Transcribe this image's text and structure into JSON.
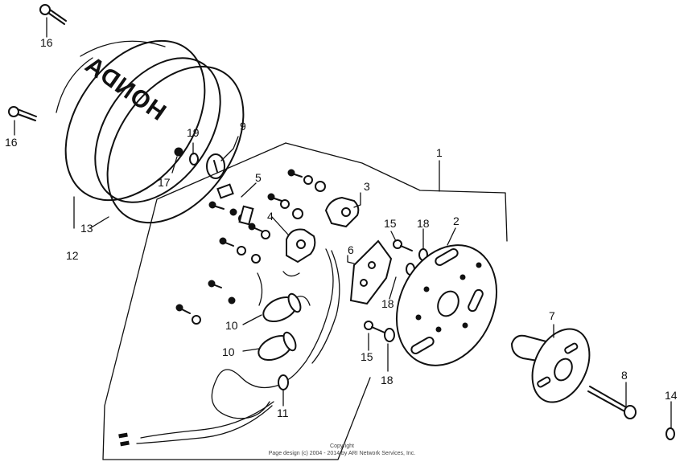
{
  "callouts": {
    "c1": "1",
    "c2": "2",
    "c3": "3",
    "c4": "4",
    "c5": "5",
    "c6": "6",
    "c7": "7",
    "c8": "8",
    "c9": "9",
    "c10a": "10",
    "c10b": "10",
    "c11": "11",
    "c12": "12",
    "c13": "13",
    "c14": "14",
    "c15a": "15",
    "c15b": "15",
    "c16a": "16",
    "c16b": "16",
    "c17": "17",
    "c18a": "18",
    "c18b": "18",
    "c18c": "18",
    "c19": "19"
  },
  "cover_logo": "HONDA",
  "copyright": {
    "line1": "Copyright",
    "line2": "Page design (c) 2004 - 2014 by ARI Network Services, Inc."
  }
}
